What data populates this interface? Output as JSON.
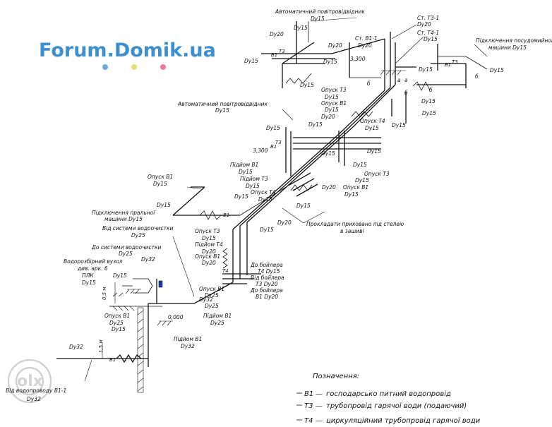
{
  "watermark": {
    "logo_text": "Forum.Domik.ua",
    "dot_colors": [
      "#6fa8dc",
      "#e6e06a",
      "#e87aa0"
    ],
    "corner_mark": "olx"
  },
  "colors": {
    "line": "#111111",
    "logo": "#3e8fd0"
  },
  "labels": {
    "auto_air_top": "Автоматичний повітровідвідник",
    "auto_air_top_dy": "Dy15",
    "st_t3_1": "Ст. Т3-1",
    "st_t3_1_dy": "Dy20",
    "st_t4_1": "Ст. Т4-1",
    "st_t4_1_dy": "Dy15",
    "st_b1_1": "Ст. В1-1",
    "st_b1_1_dy": "Dy20",
    "dishwasher": "Підключення посудомийної",
    "dishwasher_2": "машини Dy15",
    "dy20_top_left": "Dy20",
    "dy15_top_left": "Dy15",
    "dy15_top_a": "Dy15",
    "dy15_top_b": "Dy15",
    "dy20_top_right": "Dy20",
    "dy15_top_c": "Dy15",
    "elev_3300_top": "3,300",
    "dy15_right_a": "Dy15",
    "dy15_right_b": "Dy15",
    "dy15_right_c": "Dy15",
    "dy15_right_d": "Dy15",
    "dy15_right_e": "Dy15",
    "letter_b_top": "б",
    "letter_a_1": "а",
    "letter_a_2": "а",
    "letter_b_1": "б",
    "letter_b_2": "б",
    "letter_b_3": "б",
    "spusk_t3_top": "Опуск Т3",
    "spusk_t3_top_dy": "Dy15",
    "spusk_b1_top": "Опуск В1",
    "spusk_b1_top_dy": "Dy15",
    "dy20_mid_a": "Dy20",
    "spusk_t4_top": "Опуск Т4",
    "spusk_t4_top_dy": "Dy15",
    "auto_air_mid": "Автоматичний повітровідвідник",
    "auto_air_mid_dy": "Dy15",
    "dy15_mid_a": "Dy15",
    "dy15_mid_b": "Dy15",
    "elev_3300_mid": "3,300",
    "dy15_mid_c": "Dy15",
    "dy15_mid_d": "Dy15",
    "dy15_mid_e": "Dy15",
    "pidyom_b1": "Підйом В1",
    "pidyom_b1_dy": "Dy15",
    "pidyom_t3": "Підйом Т3",
    "pidyom_t3_dy": "Dy15",
    "spusk_t4_mid": "Опуск Т4",
    "spusk_t4_mid_dy": "Dy15",
    "dy20_mid_b": "Dy20",
    "spusk_t3_mid": "Опуск Т3",
    "spusk_t3_mid_dy": "Dy15",
    "spusk_b1_mid": "Опуск В1",
    "spusk_b1_mid_dy": "Dy15",
    "dy15_mid_f": "Dy15",
    "spusk_b1_left": "Опуск В1",
    "spusk_b1_left_dy": "Dy15",
    "dy15_left_a": "Dy15",
    "dy15_left_b": "Dy15",
    "washer": "Підключення пральної",
    "washer_2": "машини Dy15",
    "hidden_pipe": "Прокладати приховано під стелею",
    "hidden_pipe_2": "в зашиві",
    "dy20_lower_a": "Dy20",
    "dy15_lower_a": "Dy15",
    "from_filter": "Від системи водоочистки",
    "from_filter_dy": "Dy25",
    "to_filter": "До системи водоочистки",
    "to_filter_dy": "Dy25",
    "spusk_t3_low": "Опуск Т3",
    "spusk_t3_low_dy": "Dy15",
    "pidyom_t4": "Підйом Т4",
    "pidyom_t4_dy": "Dy20",
    "spusk_b1_low": "Опуск В1",
    "spusk_b1_low_dy": "Dy20",
    "to_boiler_t4": "До бойлера",
    "to_boiler_t4_2": "Т4 Dy15",
    "from_boiler": "Від бойлера",
    "from_boiler_2": "Т3 Dy20",
    "to_boiler_b1": "До бойлера",
    "to_boiler_b1_2": "В1 Dy20",
    "spusk_b1_bot": "Опуск В1",
    "spusk_b1_bot_dy": "Dy25",
    "dy25_a": "Dy25",
    "pidyom_b1_bot": "Підйом В1",
    "pidyom_b1_bot_dy": "Dy25",
    "dy32_mid": "Dy32",
    "diesel": "Водорозбірний вузол",
    "diesel_2": "див. арк. 6",
    "plk": "ПЛК",
    "plk_dy": "Dy15",
    "dy15_plk": "Dy15",
    "dy15_bot_a": "Dy15",
    "spusk_b1_base": "Опуск В1",
    "spusk_b1_base_dy": "Dy25",
    "dy15_base": "Dy15",
    "elev_0000": "0,000",
    "pidyom_b1_base": "Підйом В1",
    "pidyom_b1_base_dy": "Dy32",
    "dim_05": "0,5 м",
    "dim_15": "1,5 м",
    "dy32_left": "Dy32",
    "from_input": "Від водопроводу В1-1",
    "from_input_dy": "Dy32",
    "tag_b1": "В1",
    "tag_t3": "Т3",
    "tag_t4": "Т4"
  },
  "legend": {
    "title": "Позначення:",
    "items": [
      {
        "code": "В1",
        "text": "господарсько питний водопровід"
      },
      {
        "code": "Т3",
        "text": "трубопровід гарячої води (подаючий)"
      },
      {
        "code": "Т4",
        "text": "циркуляційний трубопровід гарячої води"
      }
    ]
  }
}
